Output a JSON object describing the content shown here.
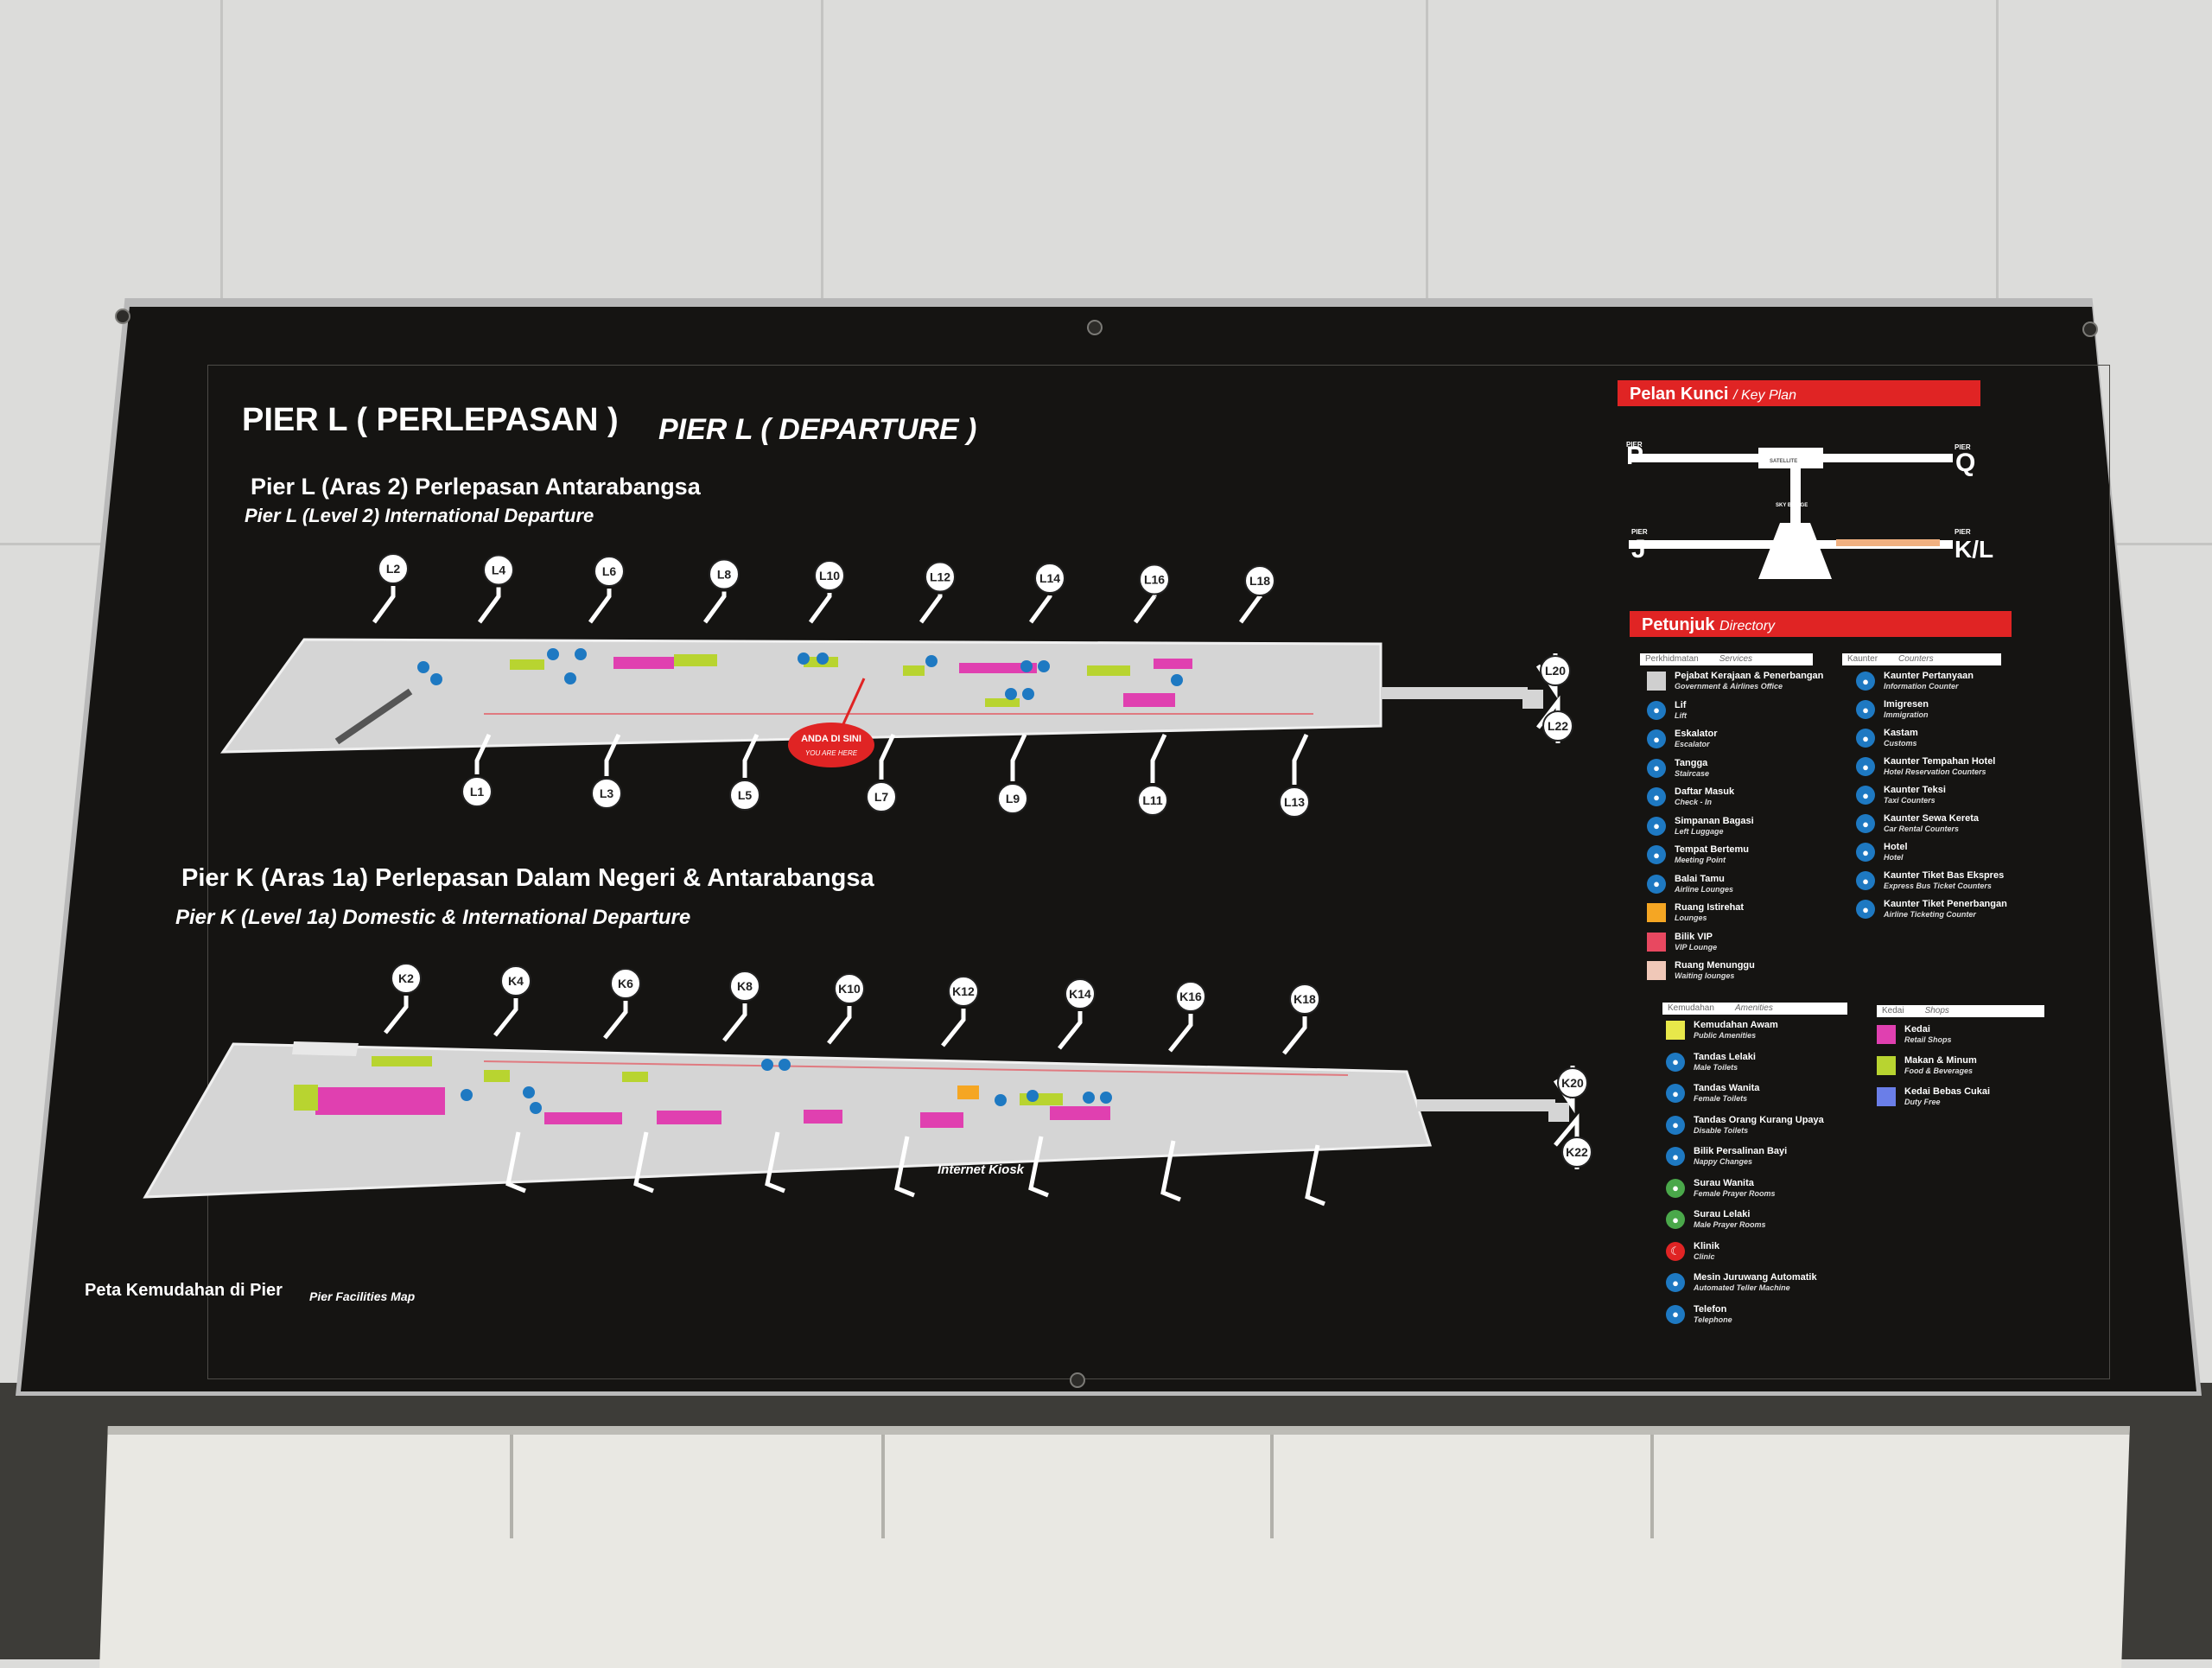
{
  "title_my": "PIER L ( PERLEPASAN )",
  "title_en": "PIER L ( DEPARTURE )",
  "section1": {
    "title_my": "Pier L (Aras 2) Perlepasan Antarabangsa",
    "title_en": "Pier L (Level 2) International Departure"
  },
  "section2": {
    "title_my": "Pier K (Aras 1a) Perlepasan Dalam Negeri & Antarabangsa",
    "title_en": "Pier K (Level 1a) Domestic & International Departure"
  },
  "pier_l": {
    "gates_top": [
      "L2",
      "L4",
      "L6",
      "L8",
      "L10",
      "L12",
      "L14",
      "L16",
      "L18"
    ],
    "gates_bottom": [
      "L1",
      "L3",
      "L5",
      "L7",
      "L9",
      "L11",
      "L13"
    ],
    "gates_end": [
      "L20",
      "L22"
    ],
    "you_are_here_my": "ANDA DI SINI",
    "you_are_here_en": "YOU ARE HERE"
  },
  "pier_k": {
    "gates_top": [
      "K2",
      "K4",
      "K6",
      "K8",
      "K10",
      "K12",
      "K14",
      "K16",
      "K18"
    ],
    "gates_end": [
      "K20",
      "K22"
    ],
    "internet_kiosk": "Internet Kiosk"
  },
  "footer": {
    "my": "Peta Kemudahan di Pier",
    "en": "Pier Facilities Map"
  },
  "keyplan": {
    "header_my": "Pelan Kunci",
    "header_en": "/ Key Plan",
    "pier_word": "PIER",
    "p": "P",
    "q": "Q",
    "j": "J",
    "kl": "K/L",
    "satellite": "SATELLITE",
    "sky_bridge": "SKY BRIDGE"
  },
  "directory": {
    "header_my": "Petunjuk",
    "header_en": "Directory",
    "services_my": "Perkhidmatan",
    "services_en": "Services",
    "counters_my": "Kaunter",
    "counters_en": "Counters",
    "amenities_my": "Kemudahan",
    "amenities_en": "Amenities",
    "shops_my": "Kedai",
    "shops_en": "Shops",
    "services": [
      {
        "my": "Pejabat Kerajaan & Penerbangan",
        "en": "Government & Airlines Office",
        "icon": "office-square"
      },
      {
        "my": "Lif",
        "en": "Lift",
        "icon": "lift-icon"
      },
      {
        "my": "Eskalator",
        "en": "Escalator",
        "icon": "escalator-icon"
      },
      {
        "my": "Tangga",
        "en": "Staircase",
        "icon": "staircase-icon"
      },
      {
        "my": "Daftar Masuk",
        "en": "Check - In",
        "icon": "check-in-icon"
      },
      {
        "my": "Simpanan Bagasi",
        "en": "Left Luggage",
        "icon": "luggage-icon"
      },
      {
        "my": "Tempat Bertemu",
        "en": "Meeting Point",
        "icon": "meeting-point-icon"
      },
      {
        "my": "Balai Tamu",
        "en": "Airline Lounges",
        "icon": "lounge-icon"
      },
      {
        "my": "Ruang Istirehat",
        "en": "Lounges",
        "icon": "orange-square"
      },
      {
        "my": "Bilik VIP",
        "en": "VIP Lounge",
        "icon": "red-square"
      },
      {
        "my": "Ruang Menunggu",
        "en": "Waiting lounges",
        "icon": "pink-square"
      }
    ],
    "counters": [
      {
        "my": "Kaunter Pertanyaan",
        "en": "Information Counter",
        "icon": "info-icon"
      },
      {
        "my": "Imigresen",
        "en": "Immigration",
        "icon": "immigration-icon"
      },
      {
        "my": "Kastam",
        "en": "Customs",
        "icon": "customs-icon"
      },
      {
        "my": "Kaunter Tempahan Hotel",
        "en": "Hotel Reservation Counters",
        "icon": "hotel-reservation-icon"
      },
      {
        "my": "Kaunter Teksi",
        "en": "Taxi Counters",
        "icon": "taxi-icon"
      },
      {
        "my": "Kaunter Sewa Kereta",
        "en": "Car Rental Counters",
        "icon": "car-rental-icon"
      },
      {
        "my": "Hotel",
        "en": "Hotel",
        "icon": "hotel-icon"
      },
      {
        "my": "Kaunter Tiket Bas Ekspres",
        "en": "Express Bus Ticket Counters",
        "icon": "bus-icon"
      },
      {
        "my": "Kaunter Tiket Penerbangan",
        "en": "Airline Ticketing Counter",
        "icon": "plane-icon"
      }
    ],
    "amenities": [
      {
        "my": "Kemudahan Awam",
        "en": "Public Amenities",
        "icon": "yellow-square"
      },
      {
        "my": "Tandas Lelaki",
        "en": "Male Toilets",
        "icon": "male-toilet-icon"
      },
      {
        "my": "Tandas Wanita",
        "en": "Female Toilets",
        "icon": "female-toilet-icon"
      },
      {
        "my": "Tandas Orang Kurang Upaya",
        "en": "Disable Toilets",
        "icon": "wheelchair-icon"
      },
      {
        "my": "Bilik Persalinan Bayi",
        "en": "Nappy Changes",
        "icon": "baby-change-icon"
      },
      {
        "my": "Surau Wanita",
        "en": "Female Prayer Rooms",
        "icon": "female-prayer-icon"
      },
      {
        "my": "Surau Lelaki",
        "en": "Male Prayer Rooms",
        "icon": "male-prayer-icon"
      },
      {
        "my": "Klinik",
        "en": "Clinic",
        "icon": "clinic-icon"
      },
      {
        "my": "Mesin Juruwang Automatik",
        "en": "Automated Teller Machine",
        "icon": "atm-icon"
      },
      {
        "my": "Telefon",
        "en": "Telephone",
        "icon": "telephone-icon"
      }
    ],
    "shops": [
      {
        "my": "Kedai",
        "en": "Retail Shops",
        "icon": "magenta-square"
      },
      {
        "my": "Makan & Minum",
        "en": "Food & Beverages",
        "icon": "lime-square"
      },
      {
        "my": "Kedai Bebas Cukai",
        "en": "Duty Free",
        "icon": "blue-square"
      }
    ]
  },
  "colors": {
    "accent_red": "#e02424",
    "retail": "#e040b0",
    "food": "#b8d430",
    "duty_free": "#6a7ee8",
    "amenities": "#e8e84a",
    "lounge": "#f5a623",
    "vip": "#e84860",
    "waiting": "#f0c8b8",
    "info_blue": "#1e79c2"
  }
}
